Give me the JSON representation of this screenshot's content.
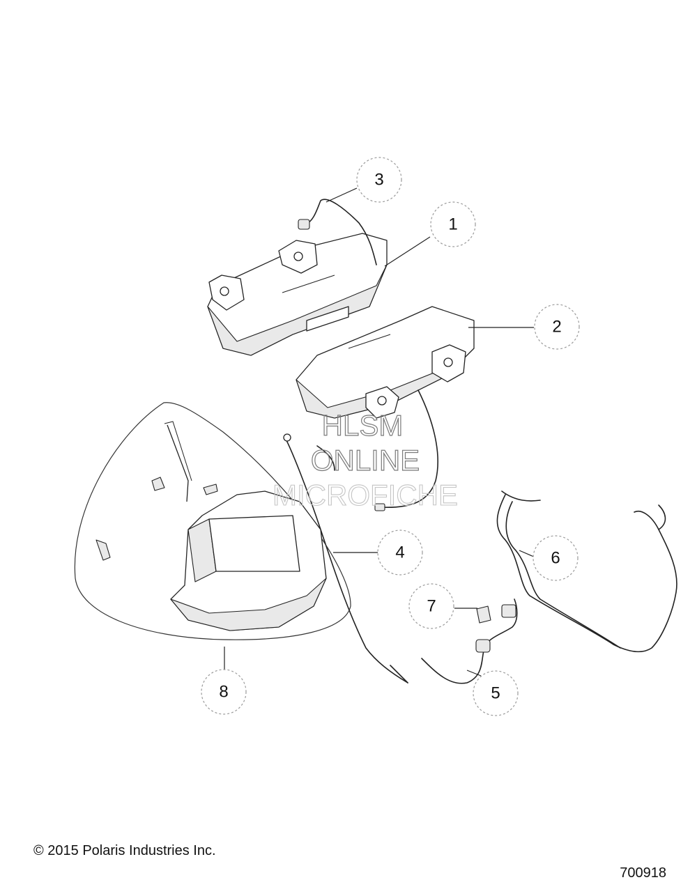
{
  "callouts": [
    "1",
    "2",
    "3",
    "4",
    "5",
    "6",
    "7",
    "8"
  ],
  "watermark": {
    "line1": "HLSM",
    "line2": "ONLINE",
    "line3": "MICROFICHE"
  },
  "footer": {
    "copyright": "© 2015 Polaris Industries Inc.",
    "figure_number": "700918"
  }
}
